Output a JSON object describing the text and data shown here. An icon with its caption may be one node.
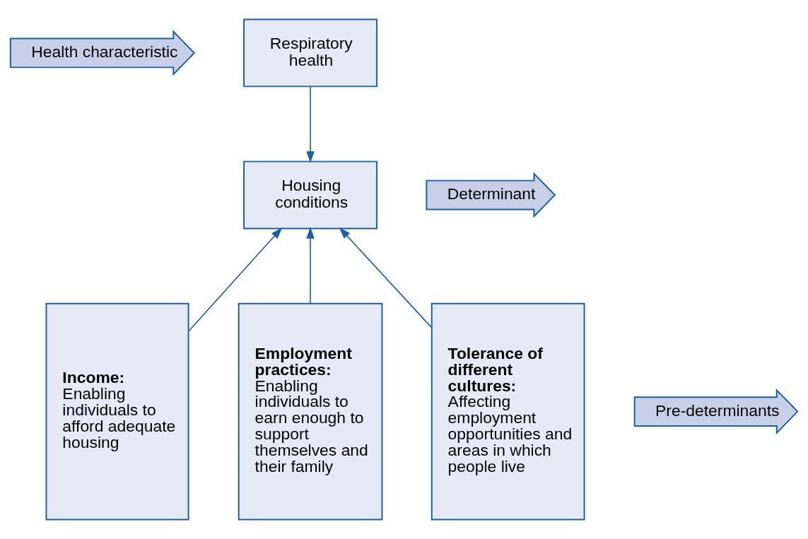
{
  "diagram": {
    "nodes": [
      {
        "text": [
          "Health characteristic"
        ]
      },
      {
        "text": [
          "Respiratory health"
        ]
      },
      {
        "text": [
          "Determinant"
        ]
      },
      {
        "text": [
          "Housing conditions"
        ]
      },
      {
        "text": [
          "Pre-determinants"
        ]
      },
      {
        "text": [
          "Income:",
          "Enabling individuals to afford adequate housing"
        ]
      },
      {
        "text": [
          "Employment practices:",
          "Enabling individuals to earn enough to support themselves and their family"
        ]
      },
      {
        "text": [
          "Tolerance of different cultures:",
          "Affecting employment opportunities and areas in which people live"
        ]
      }
    ],
    "edges": [
      {
        "from": 1,
        "to": 3,
        "arrow": "to"
      },
      {
        "from": 5,
        "to": 3,
        "arrow": "to"
      },
      {
        "from": 6,
        "to": 3,
        "arrow": "to"
      },
      {
        "from": 7,
        "to": 3,
        "arrow": "to"
      }
    ]
  }
}
